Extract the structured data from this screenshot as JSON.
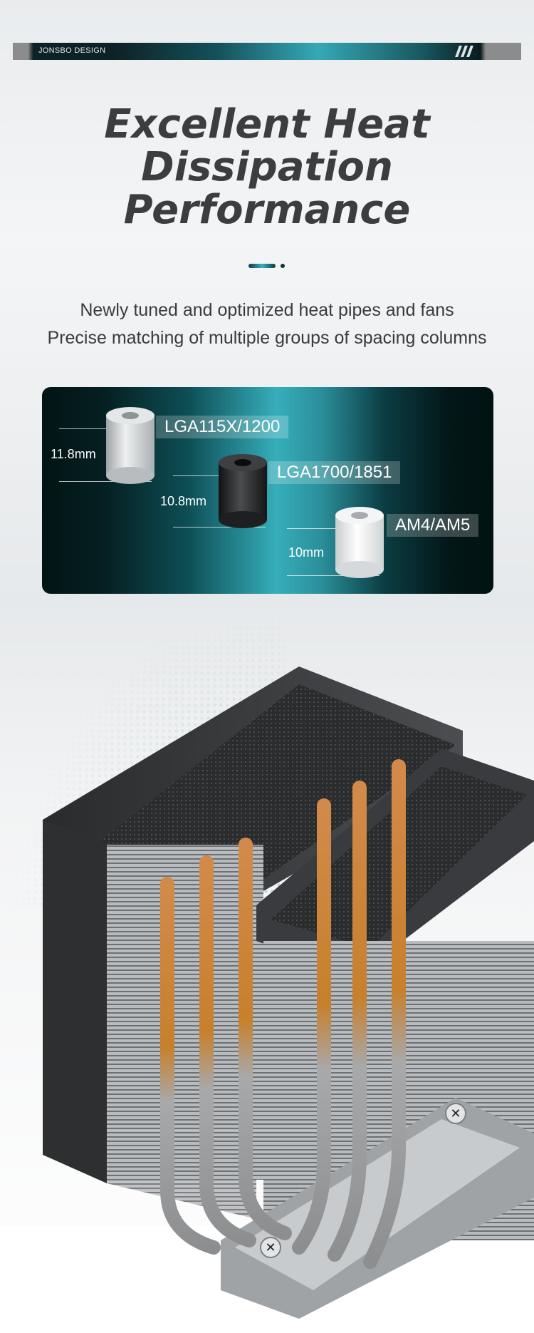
{
  "brand_bar": {
    "text": "JONSBO DESIGN"
  },
  "headline": {
    "lines": [
      "Excellent Heat",
      "Dissipation",
      "Performance"
    ]
  },
  "subtitle": {
    "line1": "Newly tuned and optimized heat pipes and fans",
    "line2": "Precise matching of multiple groups of spacing columns"
  },
  "spacers": [
    {
      "label": "LGA115X/1200",
      "height": "11.8mm",
      "color": "silver"
    },
    {
      "label": "LGA1700/1851",
      "height": "10.8mm",
      "color": "black"
    },
    {
      "label": "AM4/AM5",
      "height": "10mm",
      "color": "white"
    }
  ],
  "colors": {
    "accent": "#36aebb",
    "text": "#3c3d3f",
    "panel_dark": "#031718"
  }
}
